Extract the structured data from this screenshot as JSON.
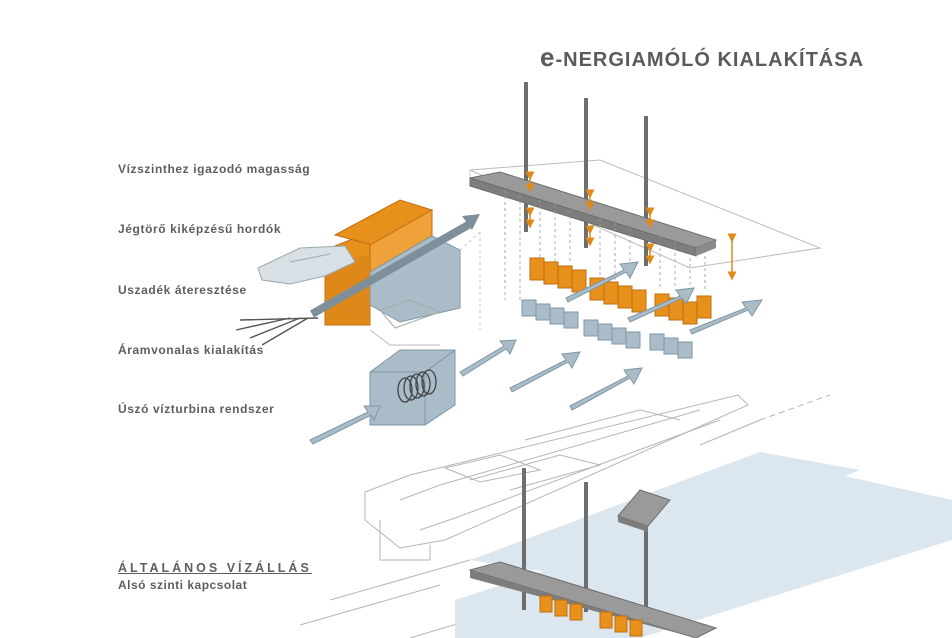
{
  "title": {
    "prefix": "e",
    "rest": "-NERGIAMÓLÓ KIALAKÍTÁSA"
  },
  "labels": [
    "Vízszinthez igazodó magasság",
    "Jégtörő kiképzésű hordók",
    "Uszadék áteresztése",
    "Áramvonalas kialakítás",
    "Úszó vízturbina rendszer"
  ],
  "section": {
    "title": "ÁLTALÁNOS VÍZÁLLÁS",
    "subtitle": "Alsó szinti kapcsolat"
  },
  "colors": {
    "orange": "#e8901c",
    "orange_dark": "#c06e10",
    "blue_gray": "#a9bcc8",
    "blue_dark": "#7f97a6",
    "text": "#5e5e5e",
    "water": "#dbe6ee"
  }
}
